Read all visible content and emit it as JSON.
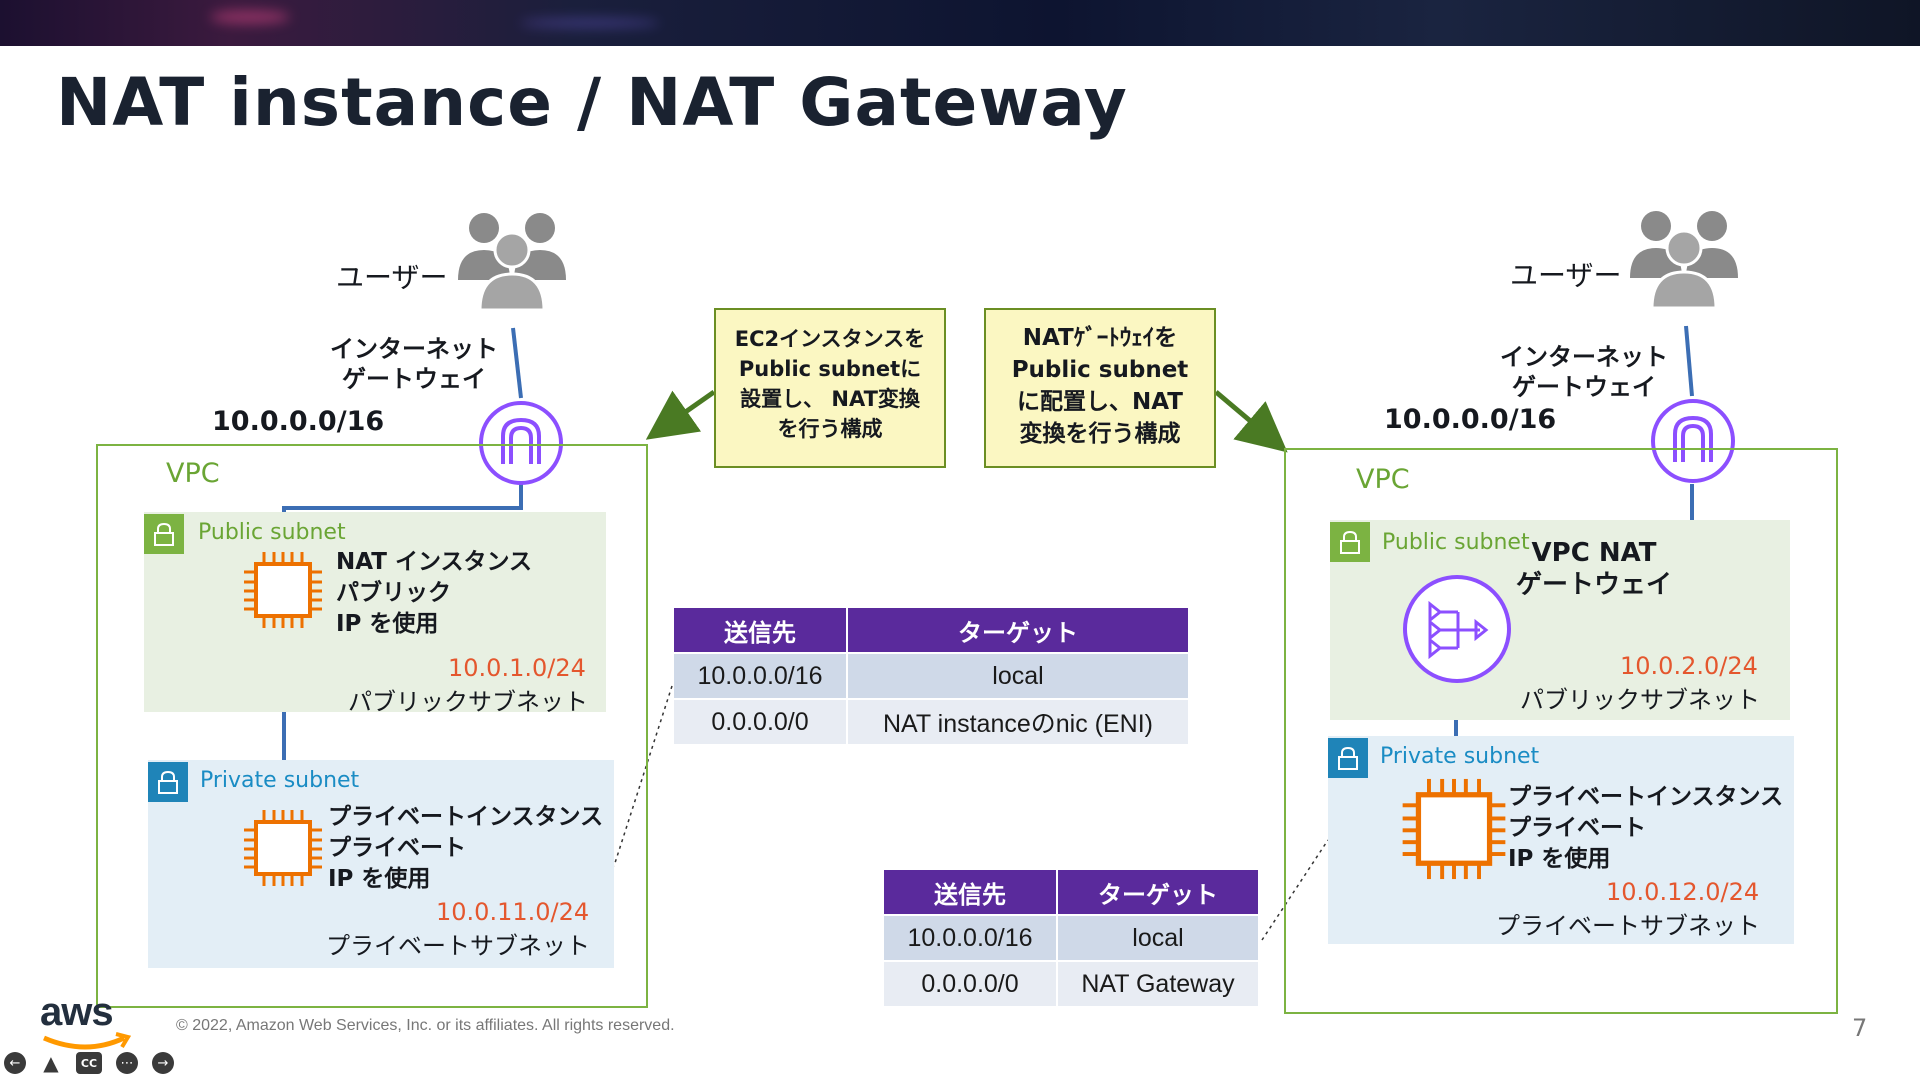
{
  "slide": {
    "title": "NAT instance / NAT Gateway",
    "page_number": "7",
    "footer": "© 2022, Amazon Web Services, Inc. or its affiliates. All rights reserved.",
    "logo_text": "aws"
  },
  "left": {
    "user_label": "ユーザー",
    "igw_label_line1": "インターネット",
    "igw_label_line2": "ゲートウェイ",
    "vpc_cidr": "10.0.0.0/16",
    "vpc_label": "VPC",
    "public_subnet": {
      "label": "Public subnet",
      "instance_line1": "NAT インスタンス",
      "instance_line2": "パブリック",
      "instance_line3": "IP を使用",
      "cidr": "10.0.1.0/24",
      "name": "パブリックサブネット"
    },
    "private_subnet": {
      "label": "Private subnet",
      "instance_line1": "プライベートインスタンス",
      "instance_line2": "プライベート",
      "instance_line3": "IP を使用",
      "cidr": "10.0.11.0/24",
      "name": "プライベートサブネット"
    }
  },
  "right": {
    "user_label": "ユーザー",
    "igw_label_line1": "インターネット",
    "igw_label_line2": "ゲートウェイ",
    "vpc_cidr": "10.0.0.0/16",
    "vpc_label": "VPC",
    "public_subnet": {
      "label": "Public subnet",
      "gateway_line1": "VPC NAT",
      "gateway_line2": "ゲートウェイ",
      "cidr": "10.0.2.0/24",
      "name": "パブリックサブネット"
    },
    "private_subnet": {
      "label": "Private subnet",
      "instance_line1": "プライベートインスタンス",
      "instance_line2": "プライベート",
      "instance_line3": "IP を使用",
      "cidr": "10.0.12.0/24",
      "name": "プライベートサブネット"
    }
  },
  "callouts": {
    "ec2": [
      "EC2インスタンスを",
      "Public subnetに",
      "設置し、 NAT変換",
      "を行う構成"
    ],
    "natgw": [
      "NATｹﾞｰﾄｳｪｲを",
      "Public subnet",
      "に配置し、NAT",
      "変換を行う構成"
    ]
  },
  "route_table_instance": {
    "headers": [
      "送信先",
      "ターゲット"
    ],
    "rows": [
      [
        "10.0.0.0/16",
        "local"
      ],
      [
        "0.0.0.0/0",
        "NAT instanceのnic (ENI)"
      ]
    ]
  },
  "route_table_gateway": {
    "headers": [
      "送信先",
      "ターゲット"
    ],
    "rows": [
      [
        "10.0.0.0/16",
        "local"
      ],
      [
        "0.0.0.0/0",
        "NAT Gateway"
      ]
    ]
  },
  "colors": {
    "vpc_border": "#7cb342",
    "igw": "#8c4fff",
    "table_header": "#5a2a9c",
    "cidr_accent": "#e4572e",
    "callout_bg": "#fbf7c2",
    "connector": "#3c6eb4"
  },
  "icons": {
    "users": "users-group-icon",
    "igw": "internet-gateway-icon",
    "nat_gateway": "nat-gateway-icon",
    "instance": "ec2-instance-icon",
    "lock": "lock-icon"
  }
}
